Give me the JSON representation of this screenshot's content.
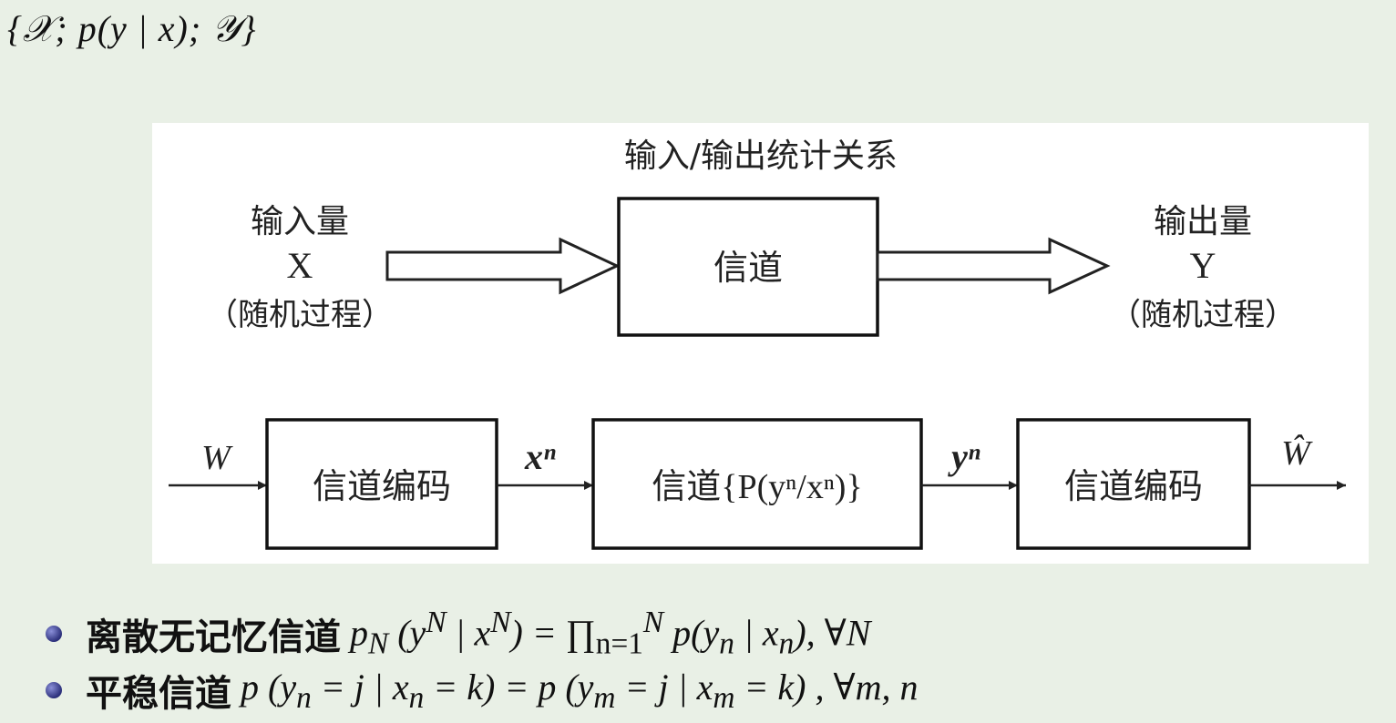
{
  "header": {
    "formula": "{𝒳; p(y | x); 𝒴}"
  },
  "diagram_top": {
    "title": "输入/输出统计关系",
    "input": {
      "line1": "输入量",
      "line2": "X",
      "line3": "（随机过程）"
    },
    "channel": "信道",
    "output": {
      "line1": "输出量",
      "line2": "Y",
      "line3": "（随机过程）"
    }
  },
  "diagram_bottom": {
    "input_label": "W",
    "encoder": "信道编码",
    "xn_label": "xⁿ",
    "channel": "信道{P(yⁿ/xⁿ)}",
    "yn_label": "yⁿ",
    "decoder": "信道编码",
    "output_label": "Ŵ"
  },
  "bullets": [
    {
      "label": "离散无记忆信道",
      "formula": "p_N (y^N | x^N) = ∏_{n=1}^{N} p(y_n | x_n), ∀N"
    },
    {
      "label": "平稳信道",
      "formula": "p (y_n = j | x_n = k) = p (y_m = j | x_m = k) , ∀m, n"
    }
  ]
}
